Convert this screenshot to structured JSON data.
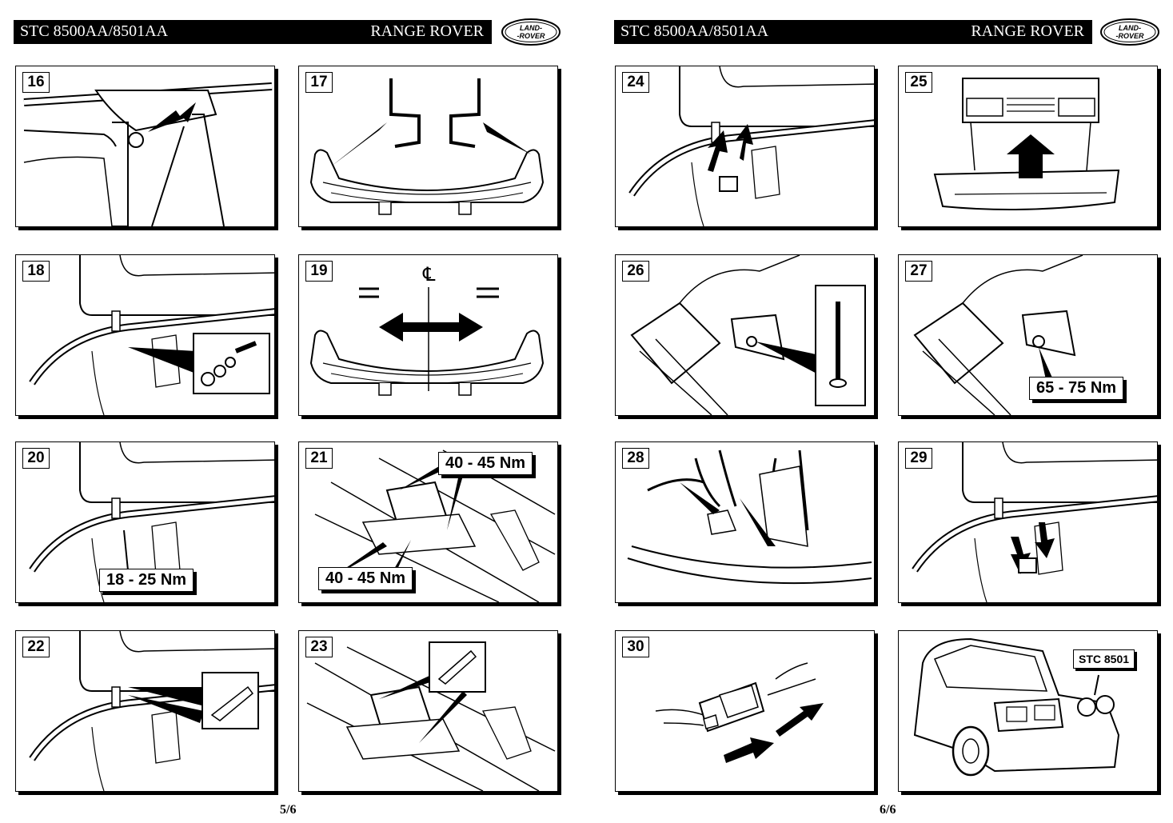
{
  "left_page": {
    "header": {
      "code": "STC 8500AA/8501AA",
      "model": "RANGE ROVER",
      "logo_top": "LAND-",
      "logo_bottom": "-ROVER"
    },
    "page_number": "5/6",
    "steps": [
      {
        "number": "16"
      },
      {
        "number": "17"
      },
      {
        "number": "18"
      },
      {
        "number": "19"
      },
      {
        "number": "20",
        "torque": "18 - 25 Nm"
      },
      {
        "number": "21",
        "torque_top": "40 - 45 Nm",
        "torque_bottom": "40 - 45 Nm"
      },
      {
        "number": "22"
      },
      {
        "number": "23"
      }
    ]
  },
  "right_page": {
    "header": {
      "code": "STC 8500AA/8501AA",
      "model": "RANGE ROVER",
      "logo_top": "LAND-",
      "logo_bottom": "-ROVER"
    },
    "page_number": "6/6",
    "steps": [
      {
        "number": "24"
      },
      {
        "number": "25"
      },
      {
        "number": "26"
      },
      {
        "number": "27",
        "torque": "65 - 75 Nm"
      },
      {
        "number": "28"
      },
      {
        "number": "29"
      },
      {
        "number": "30"
      },
      {
        "callout": "STC 8501"
      }
    ]
  },
  "step19_centerline_symbol": "℄"
}
